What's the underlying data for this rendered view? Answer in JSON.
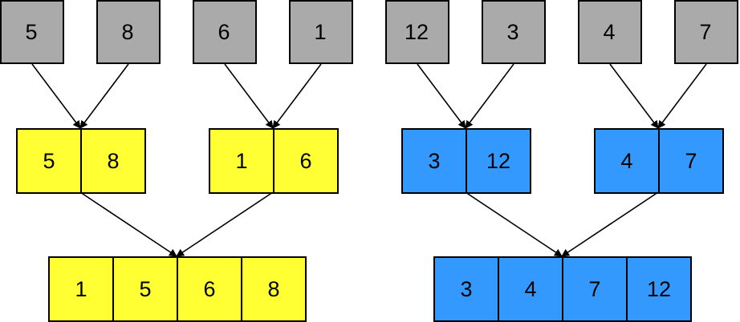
{
  "colors": {
    "input": "#aaaaaa",
    "left_merge": "#ffff33",
    "right_merge": "#3399ff",
    "outline": "#000000"
  },
  "inputs": [
    "5",
    "8",
    "6",
    "1",
    "12",
    "3",
    "4",
    "7"
  ],
  "level1": [
    {
      "values": [
        "5",
        "8"
      ],
      "color": "left_merge"
    },
    {
      "values": [
        "1",
        "6"
      ],
      "color": "left_merge"
    },
    {
      "values": [
        "3",
        "12"
      ],
      "color": "right_merge"
    },
    {
      "values": [
        "4",
        "7"
      ],
      "color": "right_merge"
    }
  ],
  "level2": [
    {
      "values": [
        "1",
        "5",
        "6",
        "8"
      ],
      "color": "left_merge"
    },
    {
      "values": [
        "3",
        "4",
        "7",
        "12"
      ],
      "color": "right_merge"
    }
  ]
}
